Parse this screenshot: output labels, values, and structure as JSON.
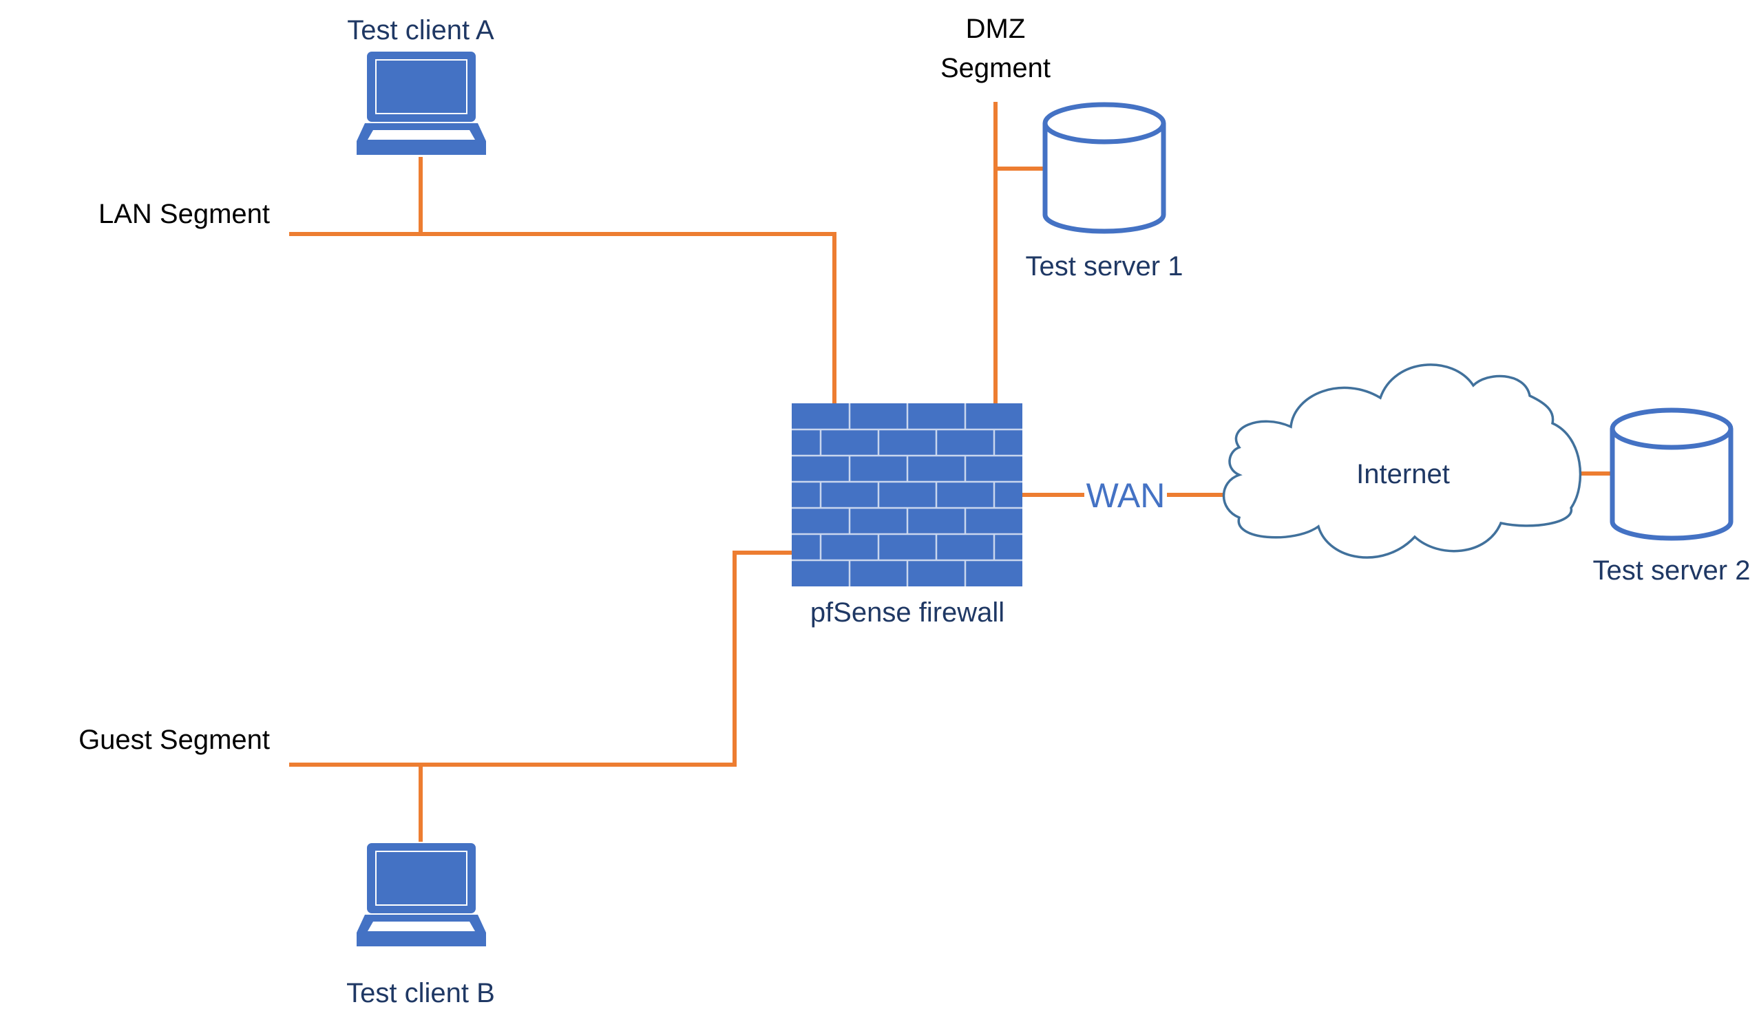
{
  "colors": {
    "link": "#ed7d31",
    "device": "#4472c4",
    "device_outline": "#2f5597",
    "label_dark": "#1f3864",
    "label_black": "#000000",
    "wan_label": "#4472c4"
  },
  "nodes": {
    "client_a": {
      "label": "Test client A",
      "icon": "laptop-icon"
    },
    "client_b": {
      "label": "Test client B",
      "icon": "laptop-icon"
    },
    "server_1": {
      "label": "Test server 1",
      "icon": "database-cylinder-icon"
    },
    "server_2": {
      "label": "Test server 2",
      "icon": "database-cylinder-icon"
    },
    "firewall": {
      "label": "pfSense firewall",
      "icon": "brick-wall-icon"
    },
    "internet": {
      "label": "Internet",
      "icon": "cloud-icon"
    }
  },
  "segments": {
    "lan": {
      "label": "LAN Segment"
    },
    "guest": {
      "label": "Guest Segment"
    },
    "dmz": {
      "label_line1": "DMZ",
      "label_line2": "Segment"
    },
    "wan": {
      "label": "WAN"
    }
  }
}
